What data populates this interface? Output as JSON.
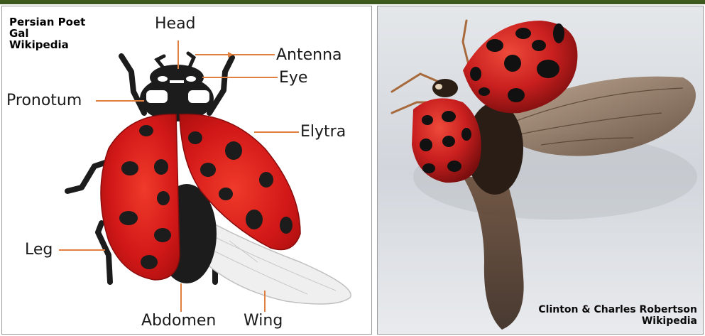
{
  "diagram": {
    "credit_lines": [
      "Persian Poet",
      "Gal",
      "Wikipedia"
    ],
    "labels": {
      "head": "Head",
      "antenna": "Antenna",
      "eye": "Eye",
      "pronotum": "Pronotum",
      "elytra": "Elytra",
      "leg": "Leg",
      "abdomen": "Abdomen",
      "wing": "Wing"
    },
    "colors": {
      "elytra_red": "#d81c1c",
      "spot_black": "#1c1c1c",
      "leader_line": "#e07f3f",
      "wing_gray": "#e6e6e6"
    }
  },
  "photo": {
    "credit_lines": [
      "Clinton & Charles Robertson",
      "Wikipedia"
    ],
    "colors": {
      "background": "#d9dde2",
      "shell_red": "#c91f1f",
      "wing_brown": "#8a6a52"
    }
  }
}
